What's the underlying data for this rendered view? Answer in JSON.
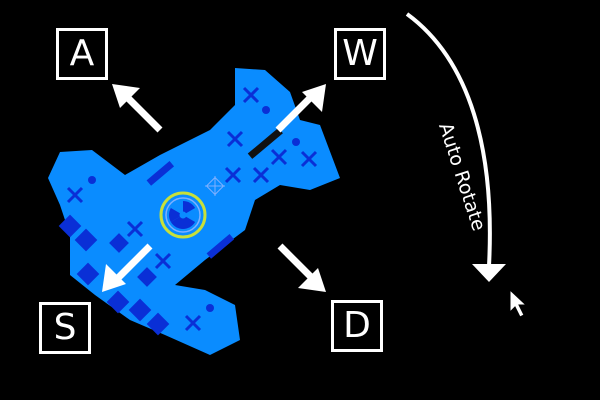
{
  "keys": {
    "up_left": "A",
    "up_right": "W",
    "down_left": "S",
    "down_right": "D"
  },
  "auto_rotate_label": "Auto Rotate",
  "icons": {
    "ship": "spaceship-icon",
    "reactor": "radiation-icon",
    "cursor": "mouse-cursor-icon"
  },
  "colors": {
    "background": "#000000",
    "ship_hull": "#0a8cff",
    "ship_detail": "#0a2fd6",
    "reactor_ring": "#c8e03a",
    "arrow": "#ffffff"
  }
}
